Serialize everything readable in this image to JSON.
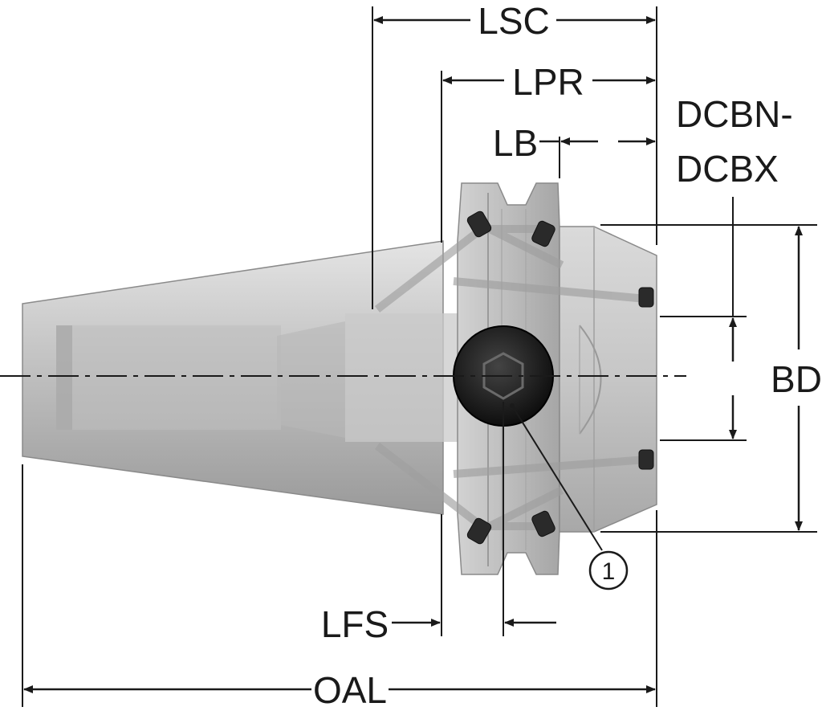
{
  "labels": {
    "lsc": "LSC",
    "lpr": "LPR",
    "lb": "LB",
    "dcbn": "DCBN-",
    "dcbx": "DCBX",
    "bd": "BD",
    "lfs": "LFS",
    "oal": "OAL",
    "callout": "1"
  },
  "colors": {
    "body": "#c4c4c4",
    "body_dark": "#9c9c9c",
    "body_light": "#dedede",
    "line": "#1a1a1a",
    "screw": "#222222"
  }
}
